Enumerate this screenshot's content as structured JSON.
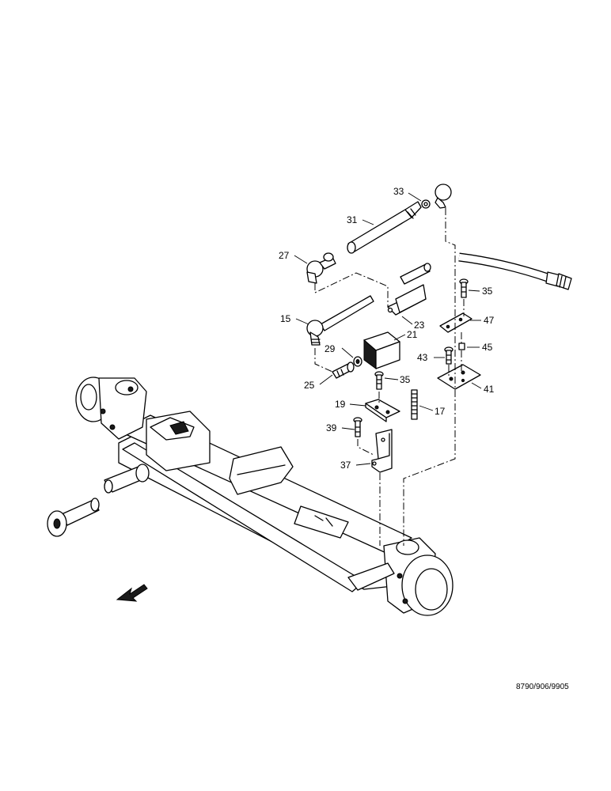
{
  "figure": {
    "document_number": "8790/906/9905",
    "callouts": {
      "c15": "15",
      "c17": "17",
      "c19": "19",
      "c21": "21",
      "c23": "23",
      "c25": "25",
      "c27": "27",
      "c29": "29",
      "c31": "31",
      "c33": "33",
      "c35a": "35",
      "c35b": "35",
      "c37": "37",
      "c39": "39",
      "c41": "41",
      "c43": "43",
      "c45": "45",
      "c47": "47"
    }
  }
}
